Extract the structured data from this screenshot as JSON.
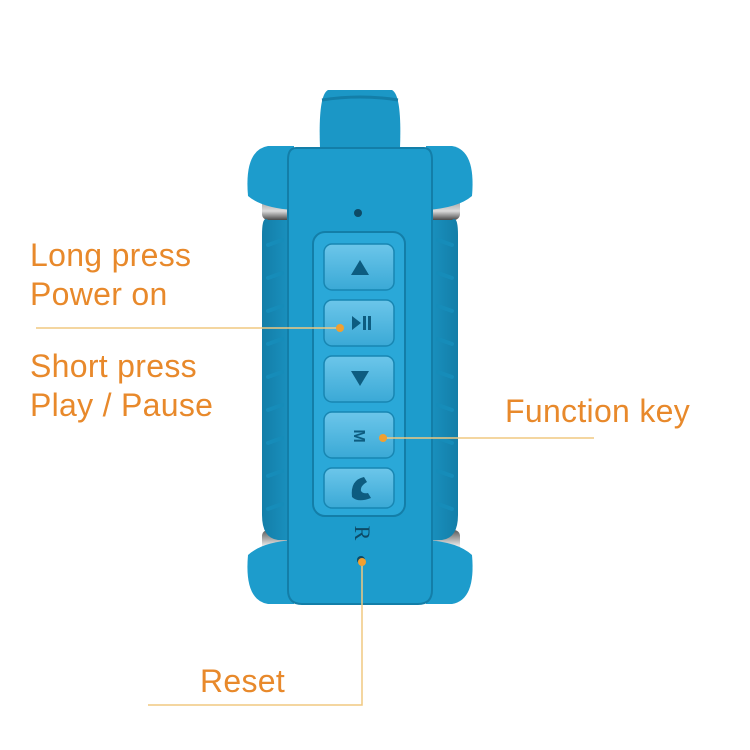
{
  "labels": {
    "long_press": "Long press",
    "power_on": "Power on",
    "short_press": "Short press",
    "play_pause": "Play / Pause",
    "function_key": "Function key",
    "reset": "Reset"
  },
  "device": {
    "reset_mark": "R",
    "buttons": [
      {
        "name": "volume-up",
        "icon": "triangle-up-icon"
      },
      {
        "name": "play-pause",
        "icon": "play-pause-icon"
      },
      {
        "name": "volume-down",
        "icon": "triangle-down-icon"
      },
      {
        "name": "mode",
        "icon": "m-icon",
        "glyph": "M"
      },
      {
        "name": "call",
        "icon": "phone-icon"
      }
    ]
  },
  "colors": {
    "body": "#1d9ccc",
    "body_dark": "#137ea8",
    "button": "#45b5e0",
    "label": "#e8892b",
    "leader": "#f0c880",
    "icon": "#0d5c80"
  }
}
